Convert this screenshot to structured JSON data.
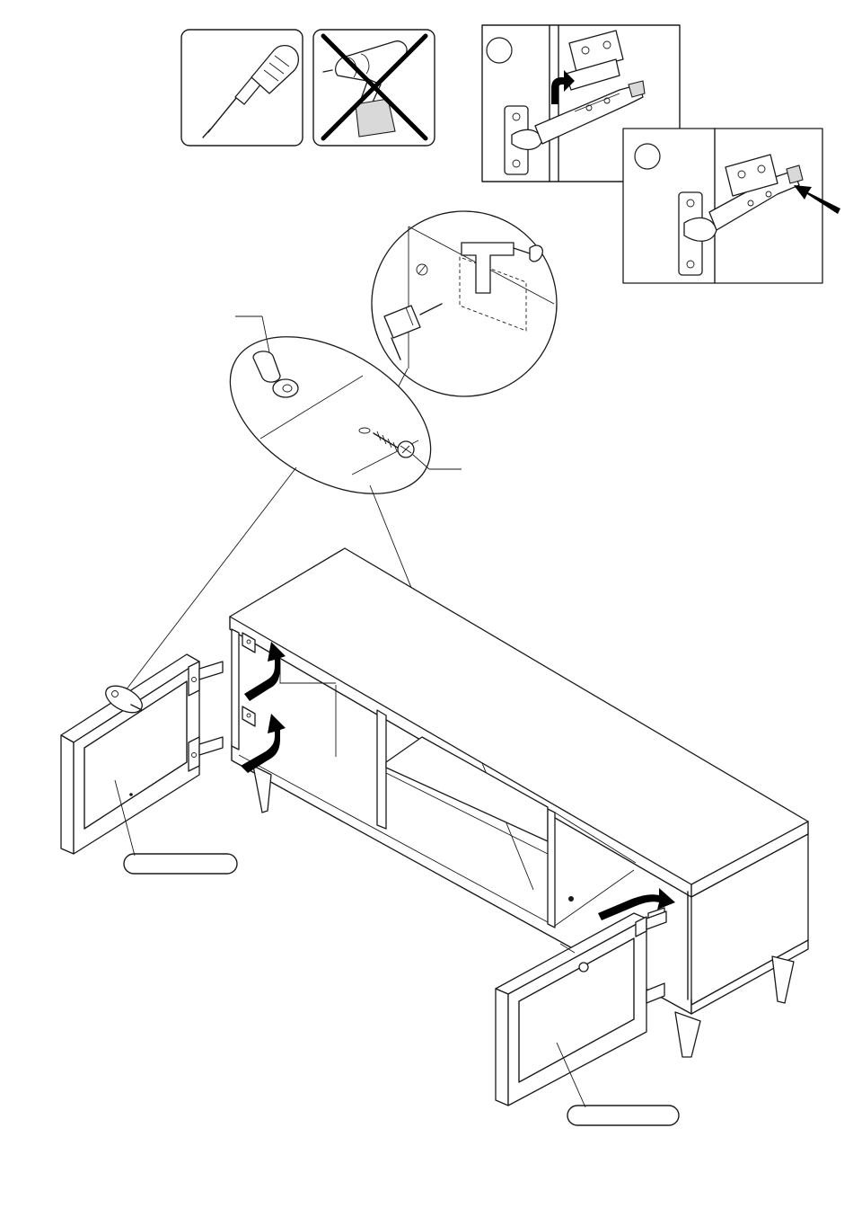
{
  "document": {
    "type": "assembly-instruction-step"
  },
  "tools": [
    {
      "name": "screwdriver",
      "allowed": true
    },
    {
      "name": "power-drill",
      "allowed": false
    }
  ],
  "callout_labels": {
    "left_door_part": "",
    "right_door_part": "",
    "bumper_part": "",
    "screw_part": ""
  },
  "hinge_steps": [
    {
      "marker": ""
    },
    {
      "marker": ""
    }
  ],
  "colors": {
    "line": "#1a1a1a",
    "arrow": "#000000",
    "background": "#ffffff"
  }
}
